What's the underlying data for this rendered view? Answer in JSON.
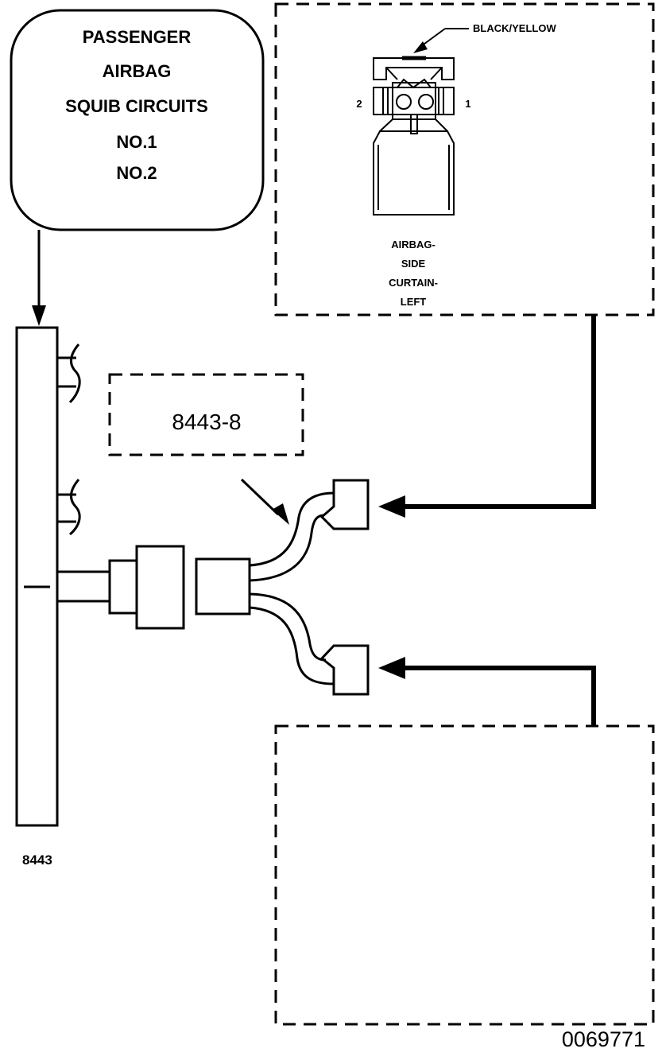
{
  "squib_box": {
    "lines": [
      "PASSENGER",
      "AIRBAG",
      "SQUIB CIRCUITS",
      "NO.1",
      "NO.2"
    ]
  },
  "connector_view": {
    "wire_color": "BLACK/YELLOW",
    "pin_left": "2",
    "pin_right": "1",
    "name_lines": [
      "AIRBAG-",
      "SIDE",
      "CURTAIN-",
      "LEFT"
    ]
  },
  "harness": {
    "label": "8443"
  },
  "connector_ref": {
    "label": "8443-8"
  },
  "figure": {
    "code": "0069771"
  },
  "colors": {
    "line": "#000000",
    "background": "#ffffff"
  }
}
